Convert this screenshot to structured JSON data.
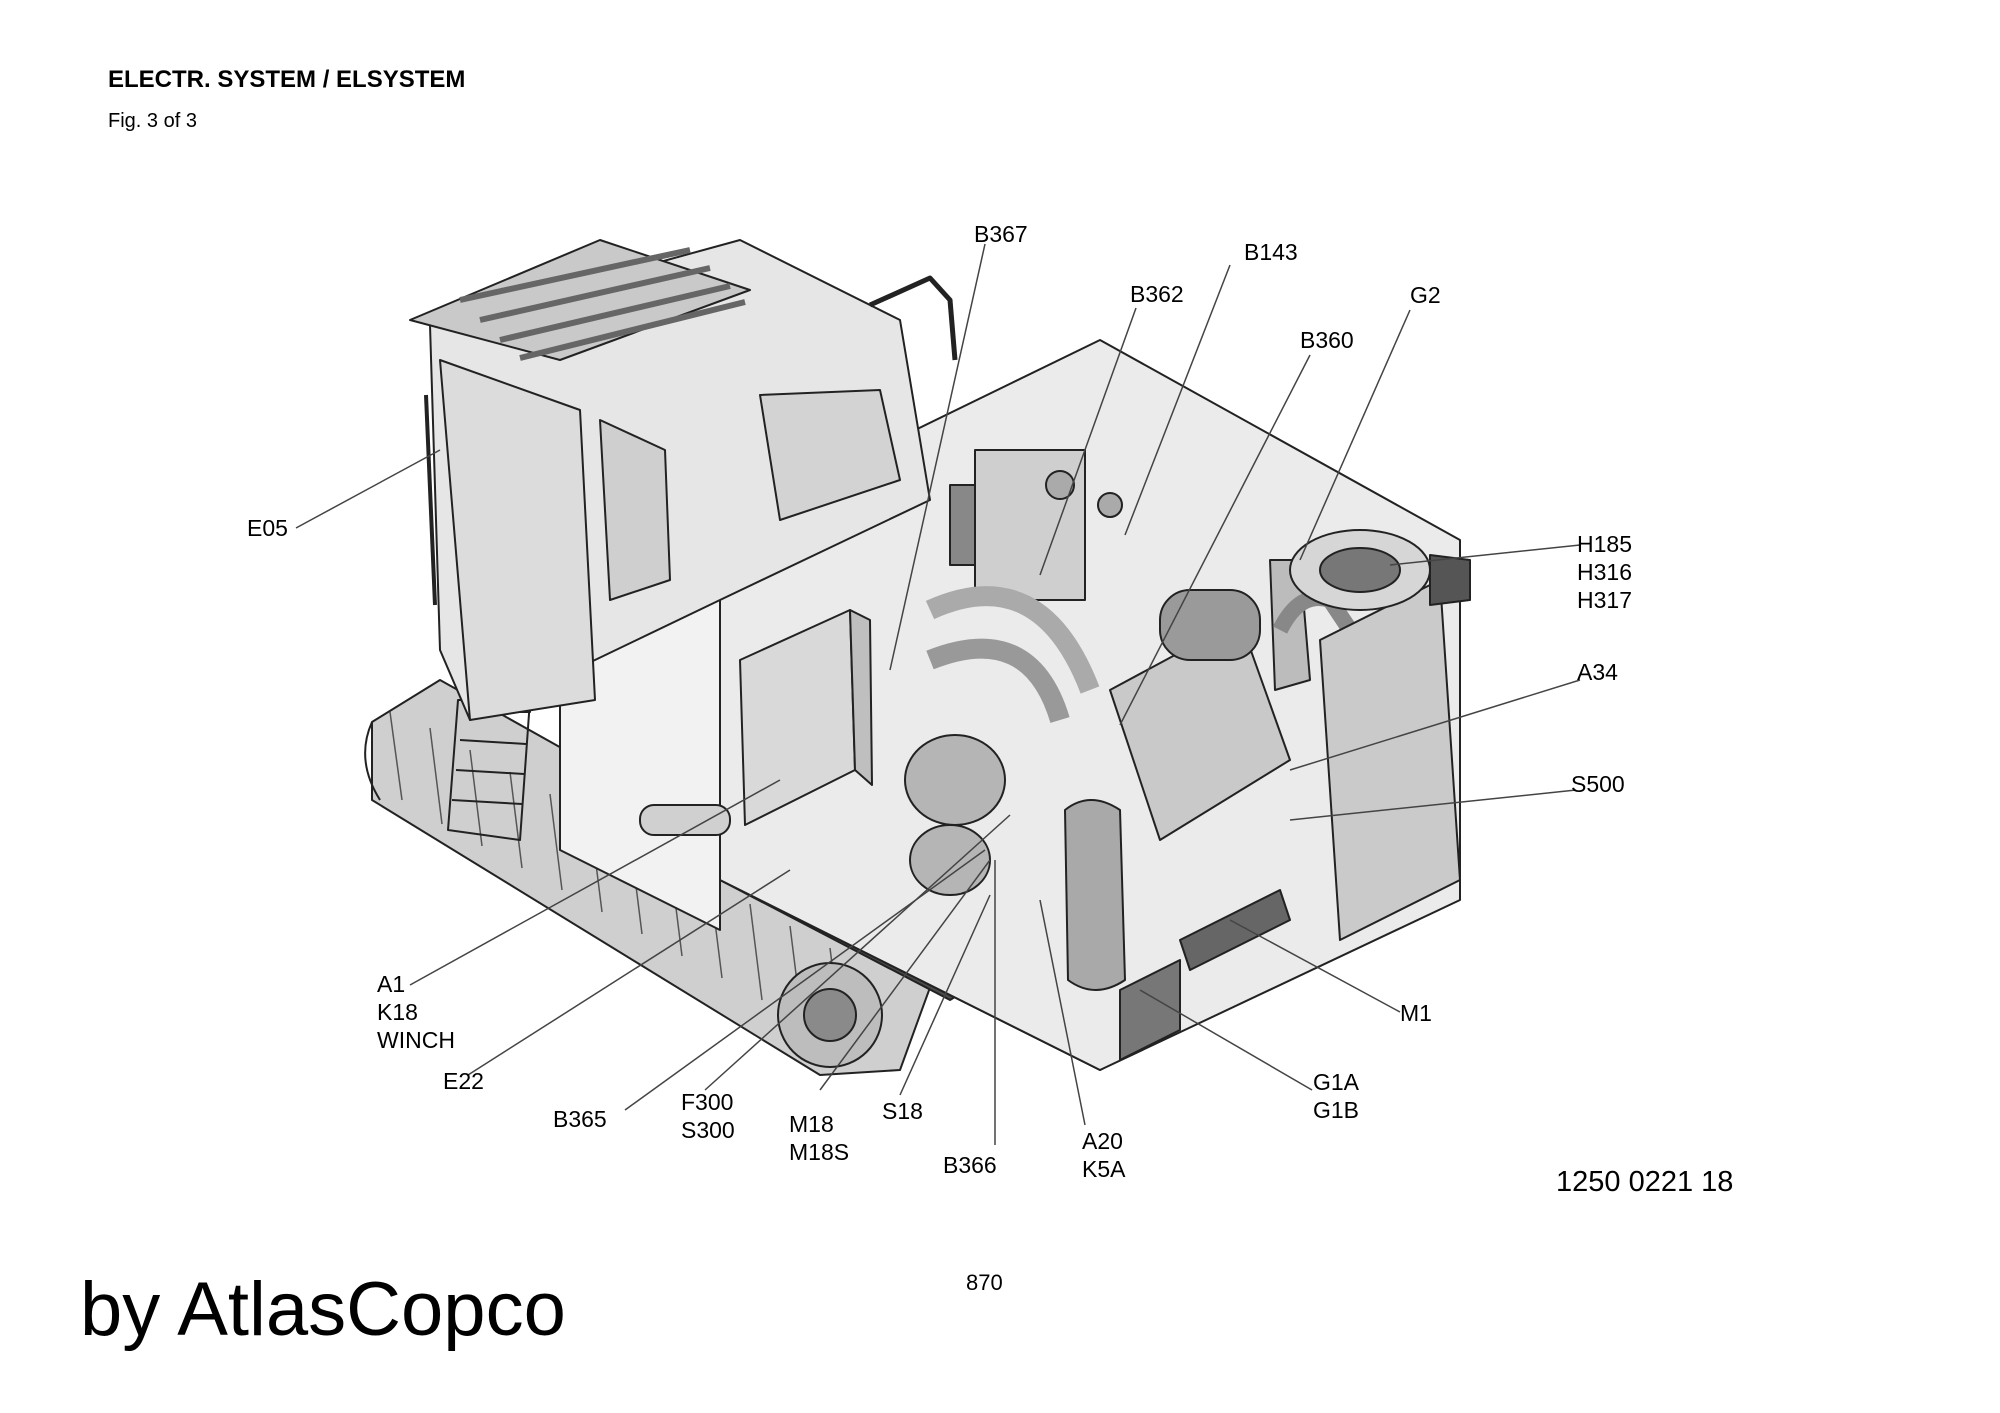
{
  "header": {
    "title": "ELECTR. SYSTEM / ELSYSTEM",
    "figure": "Fig. 3 of 3"
  },
  "callouts": [
    {
      "id": "B367",
      "text": "B367"
    },
    {
      "id": "B143",
      "text": "B143"
    },
    {
      "id": "B362",
      "text": "B362"
    },
    {
      "id": "G2",
      "text": "G2"
    },
    {
      "id": "B360",
      "text": "B360"
    },
    {
      "id": "E05",
      "text": "E05"
    },
    {
      "id": "H185",
      "text": "H185\nH316\nH317"
    },
    {
      "id": "A34",
      "text": "A34"
    },
    {
      "id": "S500",
      "text": "S500"
    },
    {
      "id": "A1",
      "text": "A1\nK18\nWINCH"
    },
    {
      "id": "M1",
      "text": "M1"
    },
    {
      "id": "E22",
      "text": "E22"
    },
    {
      "id": "G1A",
      "text": "G1A\nG1B"
    },
    {
      "id": "F300",
      "text": "F300\nS300"
    },
    {
      "id": "B365",
      "text": "B365"
    },
    {
      "id": "M18",
      "text": "M18\nM18S"
    },
    {
      "id": "S18",
      "text": "S18"
    },
    {
      "id": "A20",
      "text": "A20\nK5A"
    },
    {
      "id": "B366",
      "text": "B366"
    }
  ],
  "footer": {
    "part_number": "1250 0221 18",
    "page_number": "870",
    "brand": "by AtlasCopco"
  }
}
